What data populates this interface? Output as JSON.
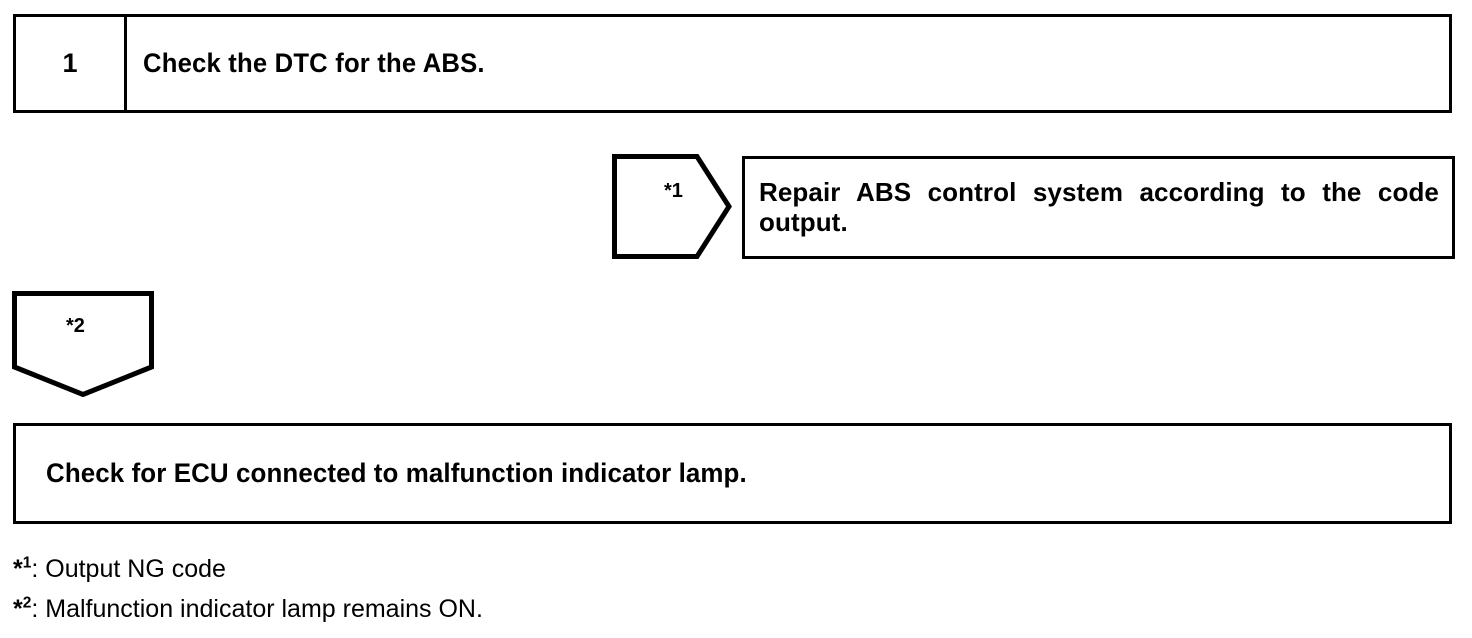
{
  "document": {
    "type": "troubleshooting-flowchart",
    "ink_color": "#000000",
    "background_color": "#ffffff"
  },
  "step": {
    "number": "1",
    "title": "Check the DTC for the ABS."
  },
  "branch_arrow": {
    "label_asterisk": "*",
    "label_number": "1",
    "label_full": "*1",
    "direction": "right"
  },
  "repair_action": {
    "text": "Repair ABS control system according to the code output."
  },
  "continue_arrow": {
    "label_asterisk": "*",
    "label_number": "2",
    "label_full": "*2",
    "direction": "down"
  },
  "final_check": {
    "text": "Check for ECU connected to malfunction indicator lamp."
  },
  "footnotes": [
    {
      "asterisk": "*",
      "number": "1",
      "separator": ":",
      "text": "Output NG code"
    },
    {
      "asterisk": "*",
      "number": "2",
      "separator": ":",
      "text": "Malfunction indicator lamp remains ON."
    }
  ]
}
